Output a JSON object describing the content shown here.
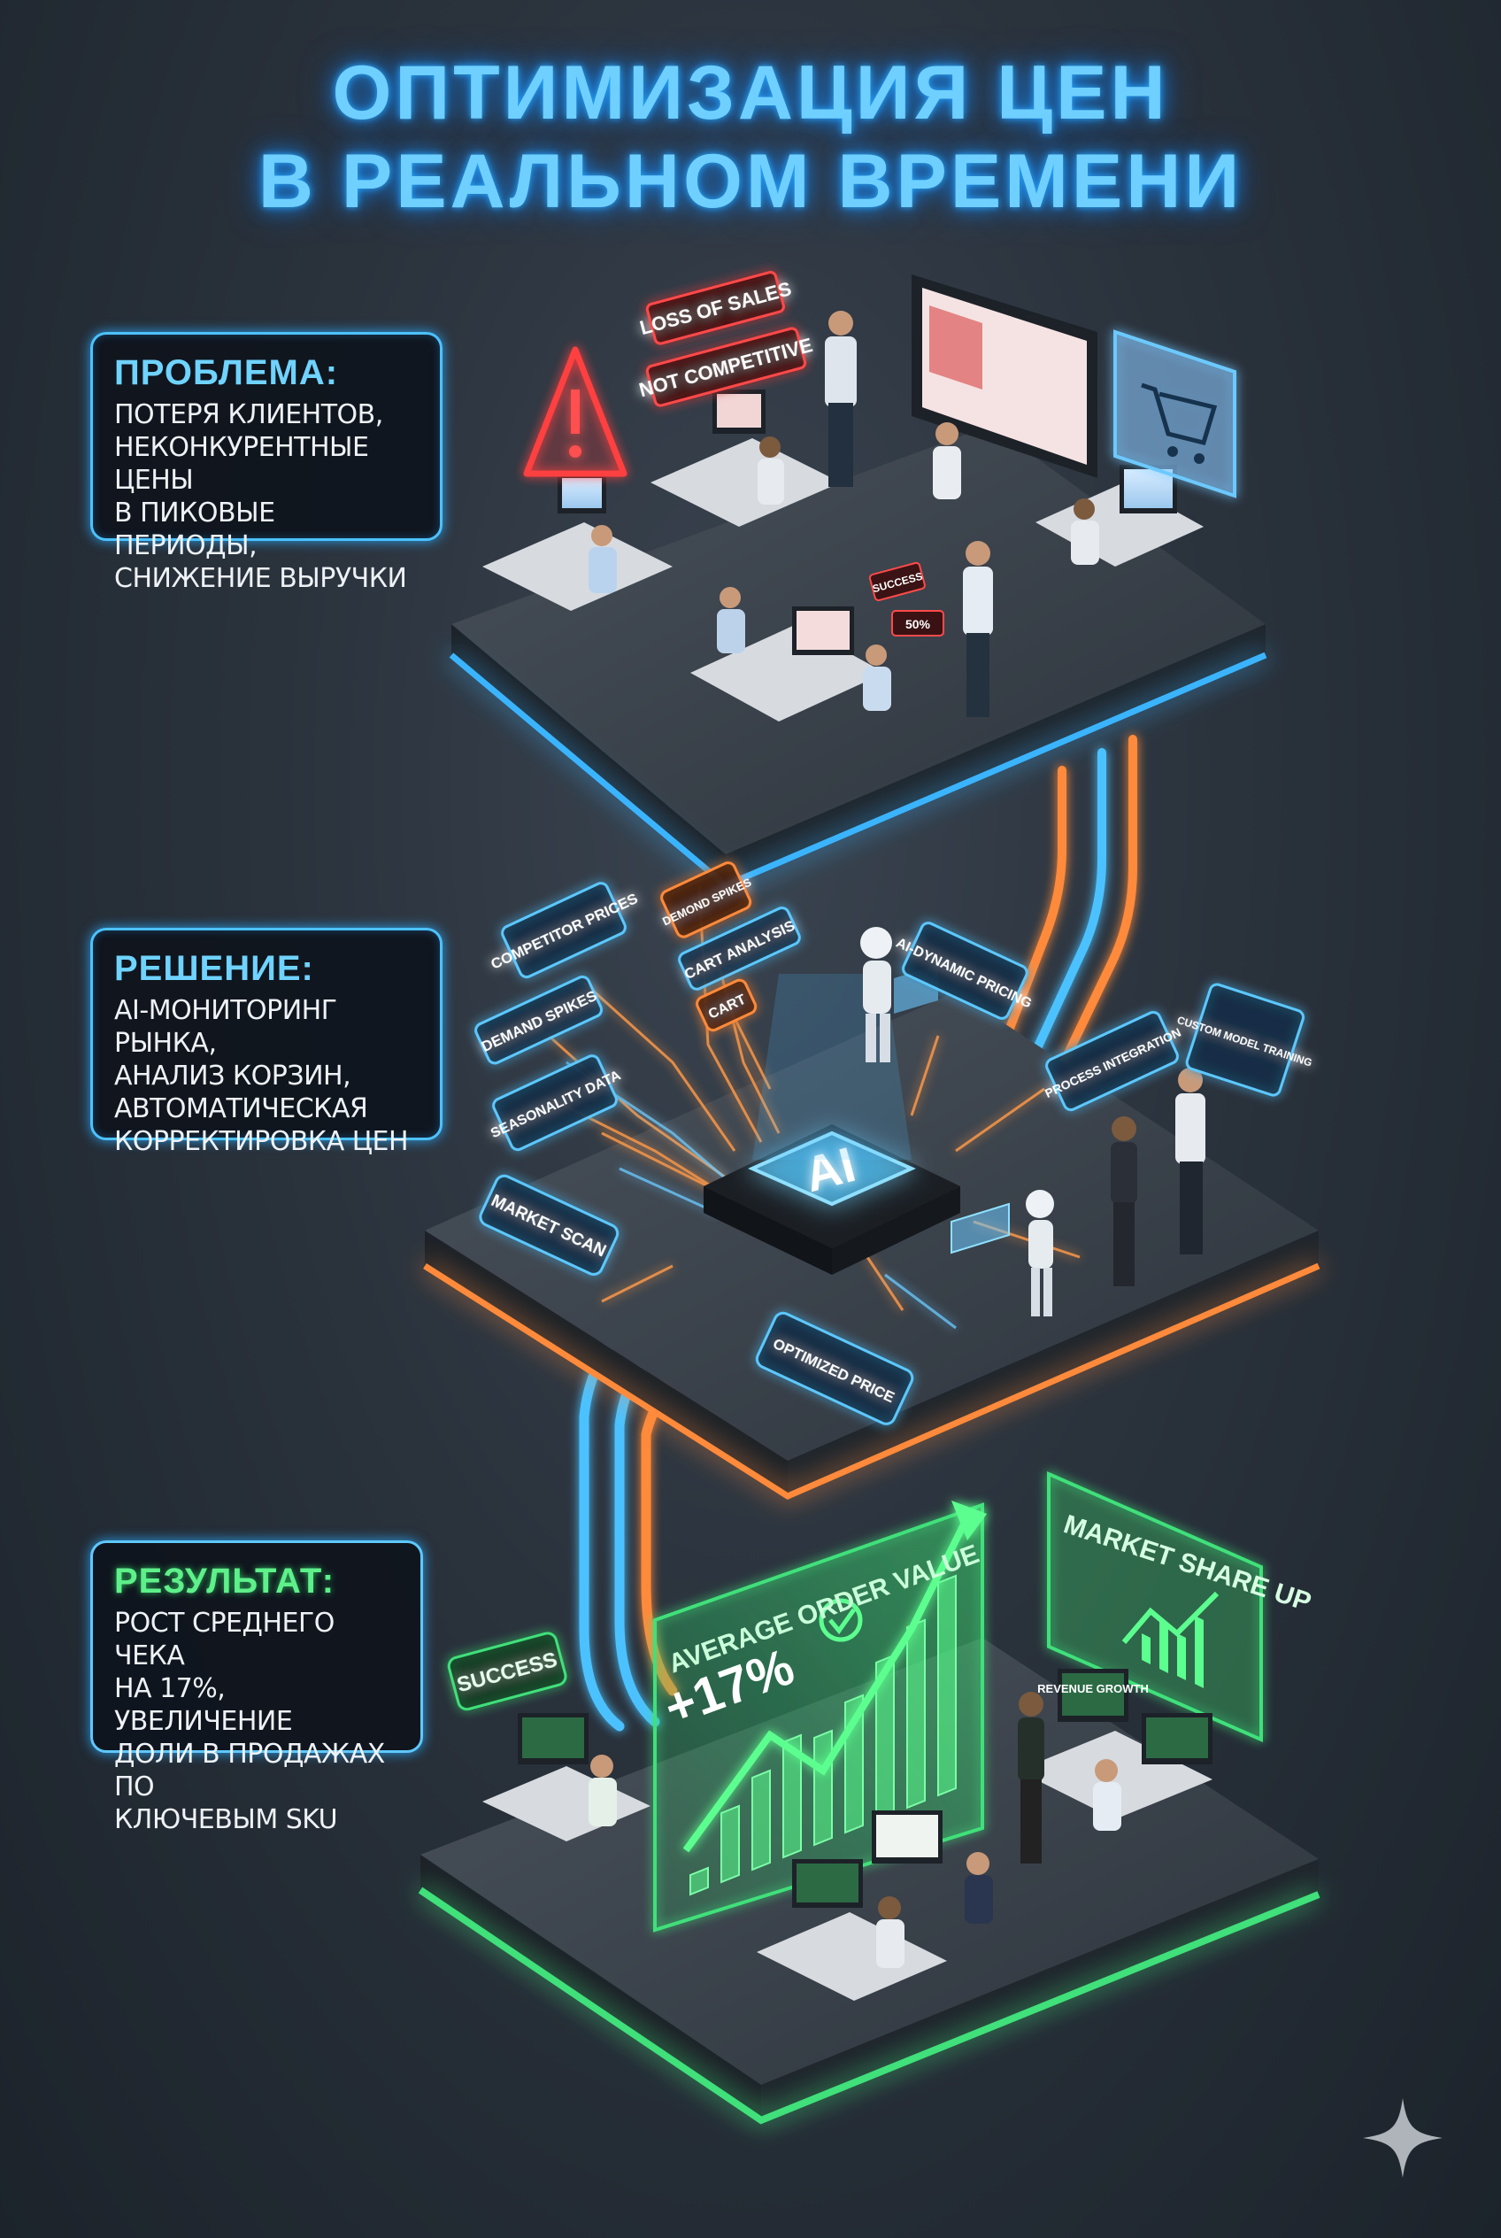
{
  "title": {
    "line1": "ОПТИМИЗАЦИЯ ЦЕН",
    "line2": "В РЕАЛЬНОМ ВРЕМЕНИ"
  },
  "problem": {
    "heading": "ПРОБЛЕМА:",
    "text": "ПОТЕРЯ КЛИЕНТОВ,\nНЕКОНКУРЕНТНЫЕ ЦЕНЫ\nВ ПИКОВЫЕ ПЕРИОДЫ,\nСНИЖЕНИЕ ВЫРУЧКИ",
    "tags": {
      "loss_of_sales": "LOSS OF SALES",
      "not_competitive": "NOT COMPETITIVE",
      "success": "SUCCESS",
      "percent": "50%"
    }
  },
  "solution": {
    "heading": "РЕШЕНИЕ:",
    "text": "AI-МОНИТОРИНГ РЫНКА,\nАНАЛИЗ КОРЗИН,\nАВТОМАТИЧЕСКАЯ\nКОРРЕКТИРОВКА ЦЕН",
    "chip_label": "AI",
    "tags": {
      "competitor_prices": "COMPETITOR PRICES",
      "demand_spikes_left": "DEMAND SPIKES",
      "seasonality_data": "SEASONALITY DATA",
      "demond_spikes": "DEMOND SPIKES",
      "cart_analysis": "CART ANALYSIS",
      "cart": "CART",
      "ai_dynamic_pricing": "AI-DYNAMIC PRICING",
      "process_integration": "PROCESS INTEGRATION",
      "custom_model_training": "CUSTOM MODEL TRAINING",
      "market_scan": "MARKET SCAN",
      "optimized_price": "OPTIMIZED PRICE"
    }
  },
  "result": {
    "heading": "РЕЗУЛЬТАТ:",
    "text": "РОСТ СРЕДНЕГО ЧЕКА\nНА 17%, УВЕЛИЧЕНИЕ\nДОЛИ В ПРОДАЖАХ ПО\nКЛЮЧЕВЫМ SKU",
    "tags": {
      "average_order_value": "AVERAGE ORDER VALUE",
      "aov_delta": "+17%",
      "market_share_up": "MARKET SHARE UP",
      "success": "SUCCESS",
      "revenue_growth": "REVENUE GROWTH"
    }
  },
  "colors": {
    "problem_accent": "#ff4a4a",
    "solution_accent": "#ff8a3a",
    "result_accent": "#3fe07a",
    "frame_accent": "#4cc2ff"
  },
  "icons": [
    "warning-icon",
    "shopping-cart-icon",
    "checkmark-icon",
    "sparkle-icon"
  ]
}
